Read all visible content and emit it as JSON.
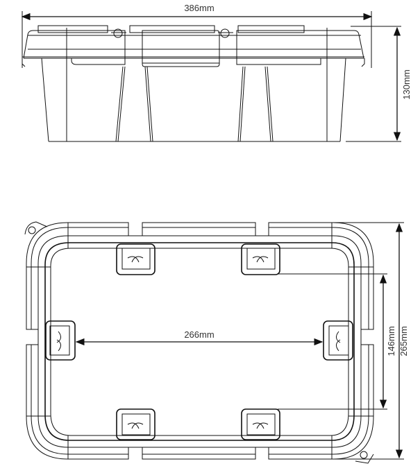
{
  "views": {
    "side": {
      "name": "side-elevation-view"
    },
    "top": {
      "name": "top-plan-view"
    }
  },
  "dimensions": {
    "overall_length": "386mm",
    "height": "130mm",
    "inner_length": "266mm",
    "inner_width": "146mm",
    "overall_width": "265mm"
  },
  "colors": {
    "line": "#111111",
    "label": "#333333",
    "background": "#ffffff"
  }
}
